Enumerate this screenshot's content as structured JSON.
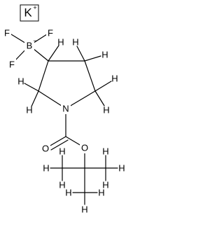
{
  "molecule": {
    "counterion": {
      "symbol": "K",
      "charge": "+"
    },
    "boron": {
      "symbol": "B",
      "charge": "−"
    },
    "fluorines": [
      "F",
      "F",
      "F"
    ],
    "nitrogen": "N",
    "oxygens": [
      "O",
      "O"
    ],
    "hydrogen": "H"
  }
}
